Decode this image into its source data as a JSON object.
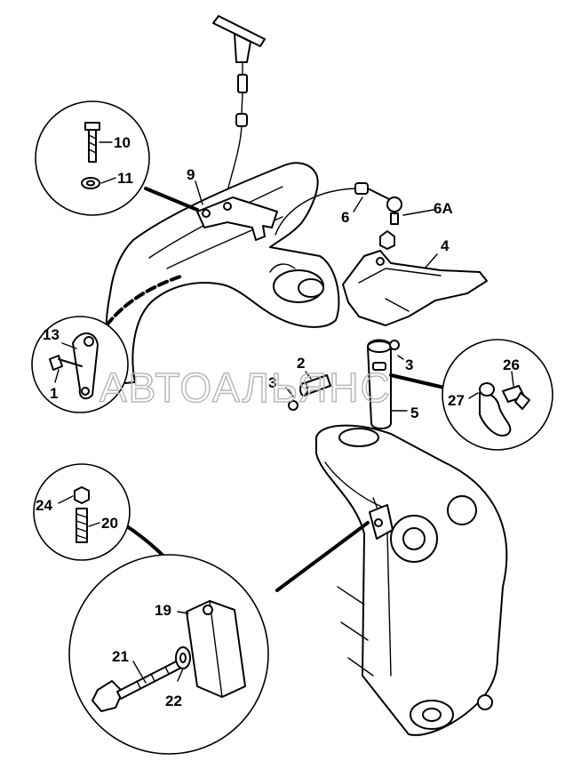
{
  "watermark": "АВТОАЛЬЯНС",
  "callouts": {
    "c1": "1",
    "c2": "2",
    "c3a": "3",
    "c3b": "3",
    "c4": "4",
    "c5": "5",
    "c6": "6",
    "c6a": "6A",
    "c9": "9",
    "c10": "10",
    "c11": "11",
    "c13": "13",
    "c19": "19",
    "c20": "20",
    "c21": "21",
    "c22": "22",
    "c24": "24",
    "c26": "26",
    "c27": "27"
  }
}
